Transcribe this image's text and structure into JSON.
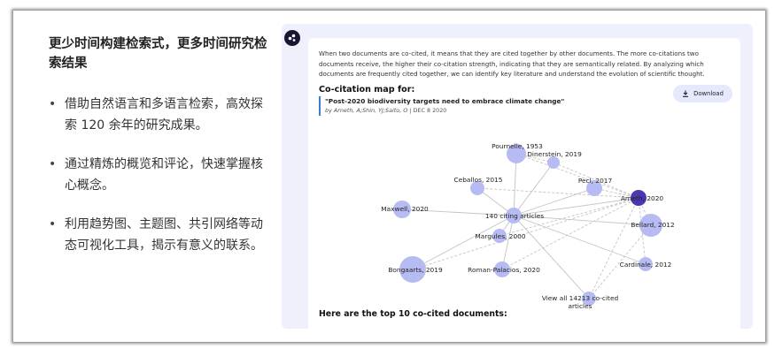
{
  "left": {
    "heading": "更少时间构建检索式，更多时间研究检索结果",
    "bullets": [
      "借助自然语言和多语言检索，高效探索 120 余年的研究成果。",
      "通过精炼的概览和评论，快速掌握核心概念。",
      "利用趋势图、主题图、共引网络等动态可视化工具，揭示有意义的联系。"
    ]
  },
  "card": {
    "description": "When two documents are co-cited, it means that they are cited together by other documents. The more co-citations two documents receive, the higher their co-citation strength, indicating that they are semantically related. By analyzing which documents are frequently cited together, we can identify key literature and understand the evolution of scientific thought.",
    "map_title": "Co-citation map for:",
    "paper_title": "\"Post-2020 biodiversity targets need to embrace climate change\"",
    "paper_authors": "by Arneth, A;Shin, YJ;Saito, O",
    "paper_date": " | DEC 8 2020",
    "download_label": "Download",
    "top10_heading": "Here are the top 10 co-cited documents:",
    "icons": {
      "top": "sparkle-icon",
      "download": "download-icon"
    },
    "colors": {
      "node": "#b6bbf3",
      "highlight": "#4a38b0",
      "edge": "#c4c4c4",
      "accent": "#3c7bd9",
      "card_bg": "#eef0fb"
    }
  },
  "network": {
    "center_label": "140 citing articles",
    "view_all_label_1": "View all 14213 co-cited",
    "view_all_label_2": "articles",
    "nodes": [
      {
        "id": "pournelle",
        "label": "Pournelle, 1953"
      },
      {
        "id": "dinerstein",
        "label": "Dinerstein, 2019"
      },
      {
        "id": "ceballos",
        "label": "Ceballos, 2015"
      },
      {
        "id": "pecl",
        "label": "Pecl, 2017"
      },
      {
        "id": "arneth",
        "label": "Arneth, 2020",
        "highlight": true
      },
      {
        "id": "maxwell",
        "label": "Maxwell, 2020"
      },
      {
        "id": "bellard",
        "label": "Bellard, 2012"
      },
      {
        "id": "margules",
        "label": "Margules, 2000"
      },
      {
        "id": "cardinale",
        "label": "Cardinale, 2012"
      },
      {
        "id": "bongaarts",
        "label": "Bongaarts, 2019"
      },
      {
        "id": "roman",
        "label": "Roman-Palacios, 2020"
      }
    ]
  }
}
